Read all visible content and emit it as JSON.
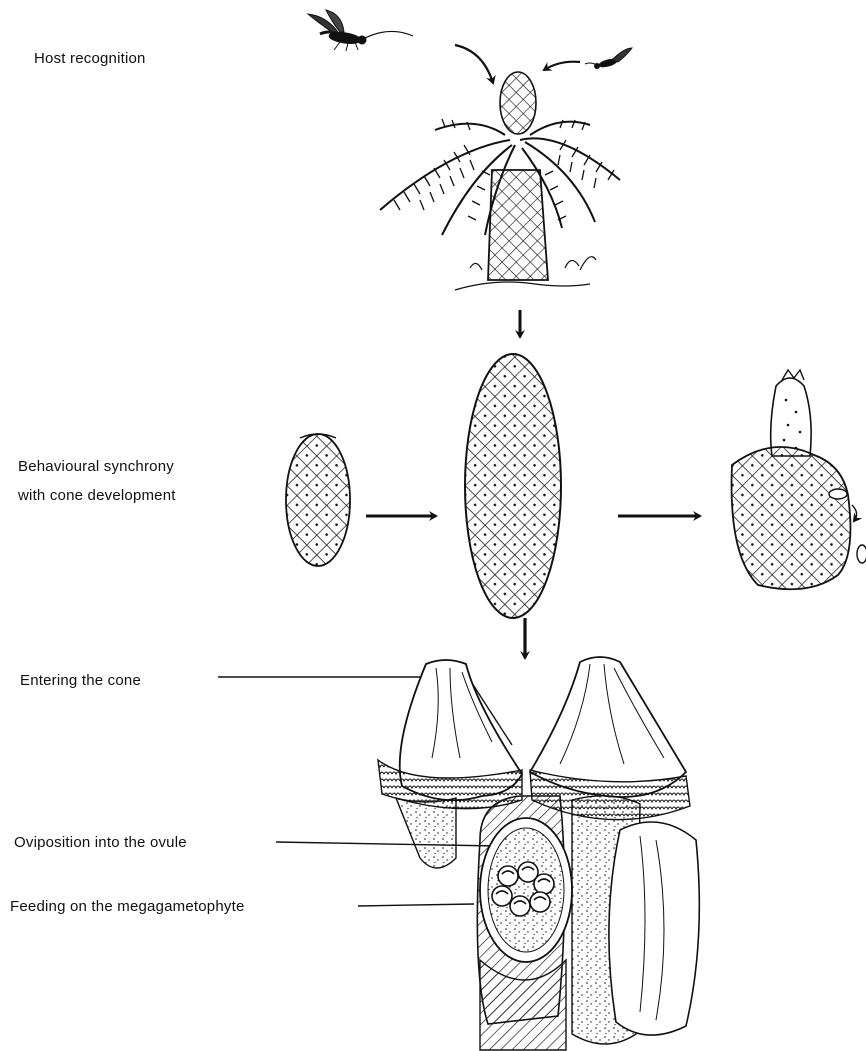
{
  "labels": {
    "host_recognition": "Host recognition",
    "synchrony_line1": "Behavioural synchrony",
    "synchrony_line2": "with cone development",
    "entering_cone": "Entering the cone",
    "oviposition": "Oviposition into the ovule",
    "feeding": "Feeding on the megagametophyte"
  },
  "colors": {
    "ink": "#111111",
    "paper": "#ffffff"
  }
}
